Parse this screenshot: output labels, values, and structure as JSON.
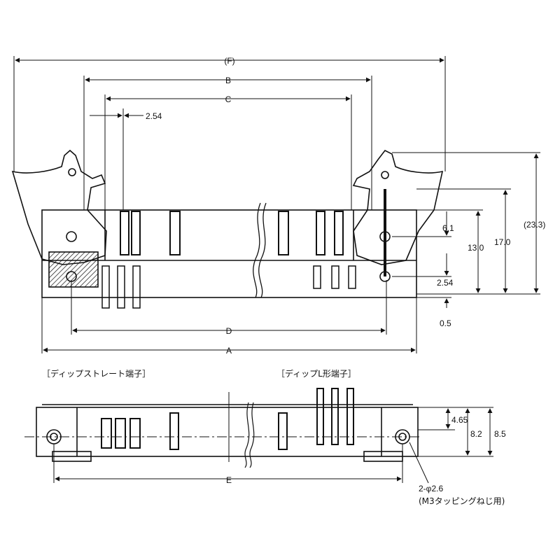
{
  "top_view": {
    "dim_F": "(F)",
    "dim_B": "B",
    "dim_C": "C",
    "dim_pitch": "2.54",
    "dim_D": "D",
    "dim_A": "A",
    "dim_6_1": "6.1",
    "dim_13_0": "13.0",
    "dim_17_0": "17.0",
    "dim_23_3": "(23.3)",
    "dim_2_54_right": "2.54",
    "dim_0_5": "0.5"
  },
  "bottom_view": {
    "caption_straight": "［ディップストレート端子］",
    "caption_l_shape": "［ディップL形端子］",
    "dim_4_65": "4.65",
    "dim_8_2": "8.2",
    "dim_8_5": "8.5",
    "dim_E": "E",
    "hole_label": "2-φ2.6",
    "hole_note": "(M3タッピングねじ用)"
  }
}
